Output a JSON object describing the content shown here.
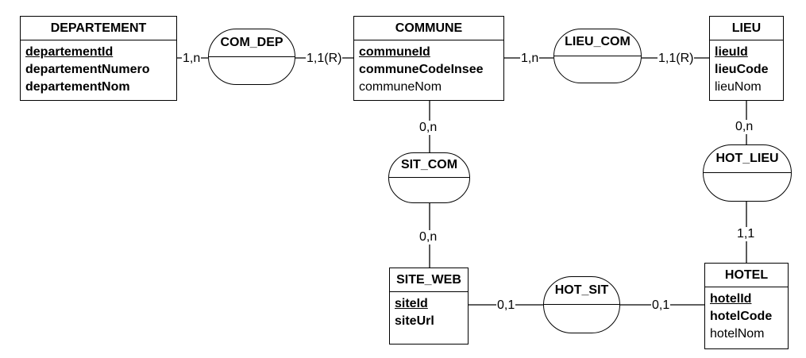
{
  "entities": {
    "departement": {
      "name": "DEPARTEMENT",
      "attributes": [
        {
          "text": "departementId",
          "style": "key"
        },
        {
          "text": "departementNumero",
          "style": "bold"
        },
        {
          "text": "departementNom",
          "style": "bold"
        }
      ]
    },
    "commune": {
      "name": "COMMUNE",
      "attributes": [
        {
          "text": "communeId",
          "style": "key"
        },
        {
          "text": "communeCodeInsee",
          "style": "bold"
        },
        {
          "text": "communeNom",
          "style": "plain"
        }
      ]
    },
    "lieu": {
      "name": "LIEU",
      "attributes": [
        {
          "text": "lieuId",
          "style": "key"
        },
        {
          "text": "lieuCode",
          "style": "bold"
        },
        {
          "text": "lieuNom",
          "style": "plain"
        }
      ]
    },
    "site_web": {
      "name": "SITE_WEB",
      "attributes": [
        {
          "text": "siteId",
          "style": "key"
        },
        {
          "text": "siteUrl",
          "style": "bold"
        }
      ]
    },
    "hotel": {
      "name": "HOTEL",
      "attributes": [
        {
          "text": "hotelId",
          "style": "key"
        },
        {
          "text": "hotelCode",
          "style": "bold"
        },
        {
          "text": "hotelNom",
          "style": "plain"
        }
      ]
    }
  },
  "associations": {
    "com_dep": {
      "name": "COM_DEP"
    },
    "lieu_com": {
      "name": "LIEU_COM"
    },
    "sit_com": {
      "name": "SIT_COM"
    },
    "hot_lieu": {
      "name": "HOT_LIEU"
    },
    "hot_sit": {
      "name": "HOT_SIT"
    }
  },
  "cardinalities": {
    "com_dep_departement": "1,n",
    "com_dep_commune": "1,1(R)",
    "lieu_com_commune": "1,n",
    "lieu_com_lieu": "1,1(R)",
    "sit_com_commune": "0,n",
    "sit_com_site_web": "0,n",
    "hot_lieu_lieu": "0,n",
    "hot_lieu_hotel": "1,1",
    "hot_sit_site_web": "0,1",
    "hot_sit_hotel": "0,1"
  }
}
